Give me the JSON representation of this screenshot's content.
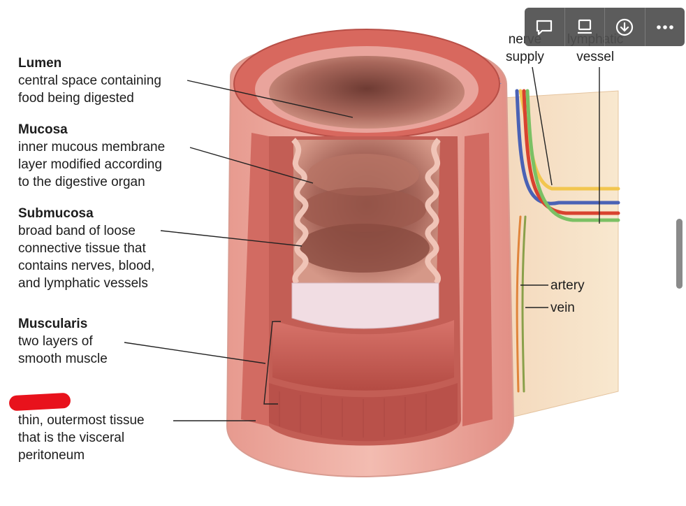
{
  "labels": {
    "lumen": {
      "title": "Lumen",
      "desc": "central space containing\nfood being digested"
    },
    "mucosa": {
      "title": "Mucosa",
      "desc": "inner mucous membrane\nlayer modified according\nto the digestive organ"
    },
    "submucosa": {
      "title": "Submucosa",
      "desc": "broad band of loose\nconnective tissue that\ncontains nerves, blood,\nand lymphatic vessels"
    },
    "muscularis": {
      "title": "Muscularis",
      "desc": "two layers of\nsmooth muscle"
    },
    "serosa": {
      "desc": "thin, outermost tissue\nthat is the visceral\nperitoneum"
    }
  },
  "right_labels": {
    "nerve": "nerve\nsupply",
    "lymph": "lymphatic\nvessel",
    "artery": "artery",
    "vein": "vein"
  },
  "toolbar": {
    "items": [
      "comment-icon",
      "slides-icon",
      "download-icon",
      "more-icon"
    ]
  },
  "colors": {
    "tissue": "#d66a62",
    "muscle": "#c95a4f",
    "submucosa": "#f1dde3",
    "outer_wall": "#eeaea4",
    "mesentery": "#f6e3c5",
    "redaction": "#e8121c"
  }
}
